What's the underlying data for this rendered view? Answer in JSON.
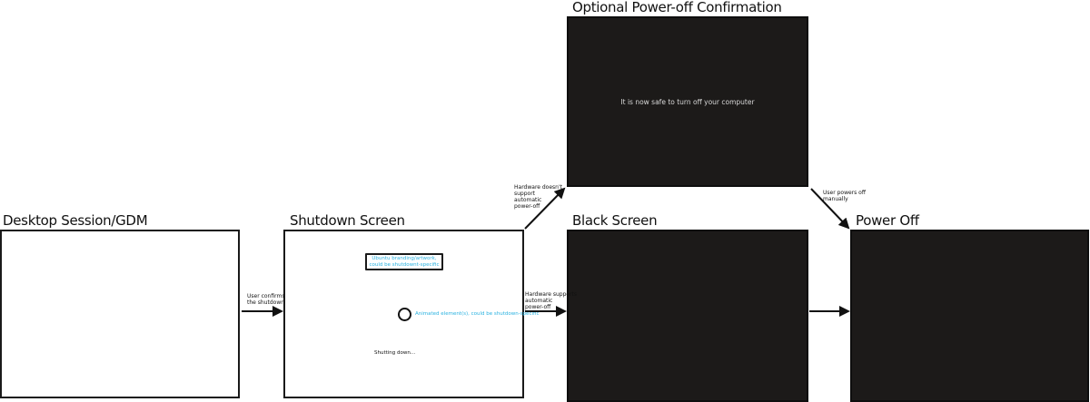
{
  "diagram": {
    "nodes": [
      {
        "id": "desktop",
        "title": "Desktop Session/GDM",
        "theme": "white"
      },
      {
        "id": "shutdown",
        "title": "Shutdown Screen",
        "theme": "white",
        "branding_note": "Ubuntu branding/artwork,\ncould be shutdownt-specific",
        "branding_line1": "Ubuntu branding/artwork,",
        "branding_line2": "could be shutdownt-specific",
        "animation_note": "Animated element(s), could be shutdown-specific",
        "status_text": "Shutting down..."
      },
      {
        "id": "confirmation",
        "title": "Optional Power-off Confirmation",
        "theme": "dark",
        "message": "It is now safe to turn off your computer"
      },
      {
        "id": "black",
        "title": "Black Screen",
        "theme": "dark"
      },
      {
        "id": "poweroff",
        "title": "Power Off",
        "theme": "dark"
      }
    ],
    "edges": [
      {
        "from": "desktop",
        "to": "shutdown",
        "line1": "User confirms",
        "line2": "the shutdown"
      },
      {
        "from": "shutdown",
        "to": "confirmation",
        "line1": "Hardware doesn't",
        "line2": "support",
        "line3": "automatic",
        "line4": "power-off"
      },
      {
        "from": "shutdown",
        "to": "black",
        "line1": "Hardware supports",
        "line2": "automatic",
        "line3": "power-off"
      },
      {
        "from": "confirmation",
        "to": "poweroff",
        "line1": "User powers off",
        "line2": "manually"
      },
      {
        "from": "black",
        "to": "poweroff"
      }
    ],
    "colors": {
      "annotation": "#2ab2e0",
      "dark_screen": "#1c1a19",
      "border": "#1a1a1a",
      "message_text": "#d8d8d8"
    }
  }
}
